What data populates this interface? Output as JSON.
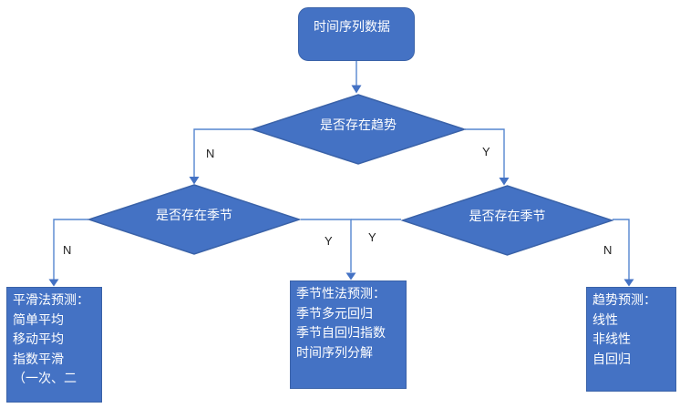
{
  "flowchart": {
    "start": {
      "label": "时间序列数据"
    },
    "decisions": [
      {
        "id": "has-trend",
        "label": "是否存在趋势"
      },
      {
        "id": "has-season-left",
        "label": "是否存在季节"
      },
      {
        "id": "has-season-right",
        "label": "是否存在季节"
      }
    ],
    "outcomes": [
      {
        "id": "smoothing-forecast",
        "lines": [
          "平滑法预测：",
          "简单平均",
          "移动平均",
          "指数平滑",
          "（一次、二"
        ]
      },
      {
        "id": "seasonal-forecast",
        "lines": [
          "季节性法预测：",
          "季节多元回归",
          "季节自回归指数",
          "时间序列分解"
        ]
      },
      {
        "id": "trend-forecast",
        "lines": [
          "趋势预测：",
          "线性",
          "非线性",
          "自回归"
        ]
      }
    ],
    "edges": [
      {
        "from": "has-trend",
        "to": "has-season-left",
        "label": "N"
      },
      {
        "from": "has-trend",
        "to": "has-season-right",
        "label": "Y"
      },
      {
        "from": "has-season-left",
        "to": "smoothing-forecast",
        "label": "N"
      },
      {
        "from": "has-season-left",
        "to": "seasonal-forecast",
        "label": "Y"
      },
      {
        "from": "has-season-right",
        "to": "seasonal-forecast",
        "label": "Y"
      },
      {
        "from": "has-season-right",
        "to": "trend-forecast",
        "label": "N"
      }
    ]
  },
  "colors": {
    "node_fill": "#4472C4",
    "node_border": "#3A62A8",
    "connector": "#5585CF",
    "arrowhead": "#4472C4",
    "node_text": "#FFFFFF",
    "edge_label_text": "#1F1F1F",
    "background": "#FFFFFF"
  }
}
